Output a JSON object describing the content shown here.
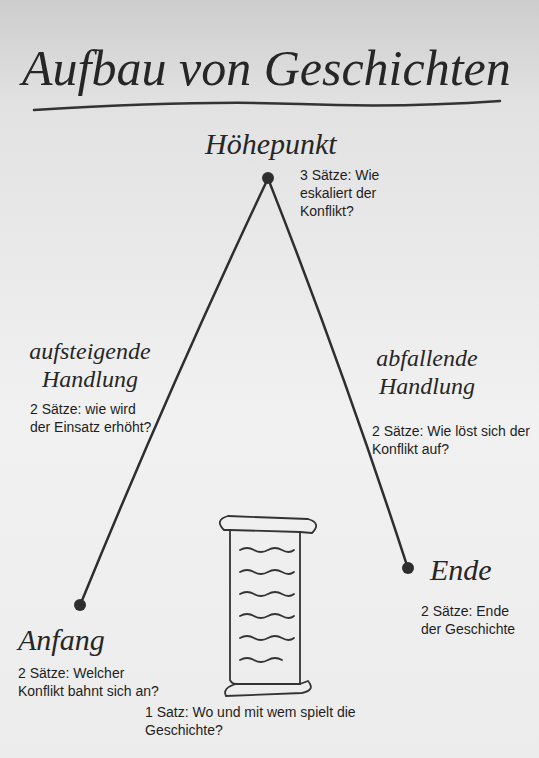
{
  "diagram": {
    "title": "Aufbau von Geschichten",
    "nodes": [
      {
        "text": [
          "Höhepunkt",
          "3 Sätze: Wie eskaliert der Konflikt?"
        ]
      },
      {
        "text": [
          "Anfang",
          "2 Sätze: Welcher Konflikt bahnt sich an?"
        ]
      },
      {
        "text": [
          "Ende",
          "2 Sätze: Ende der Geschichte"
        ]
      }
    ],
    "edges": [
      {
        "from": 1,
        "to": 0,
        "arrow": "none",
        "label": "aufsteigende Handlung"
      },
      {
        "from": 0,
        "to": 2,
        "arrow": "none",
        "label": "abfallende Handlung"
      }
    ],
    "labels": [
      "2 Sätze: wie wird der Einsatz erhöht?",
      "2 Sätze: Wie löst sich der Konflikt auf?",
      "1 Satz: Wo und mit wem spielt die Geschichte?"
    ]
  }
}
